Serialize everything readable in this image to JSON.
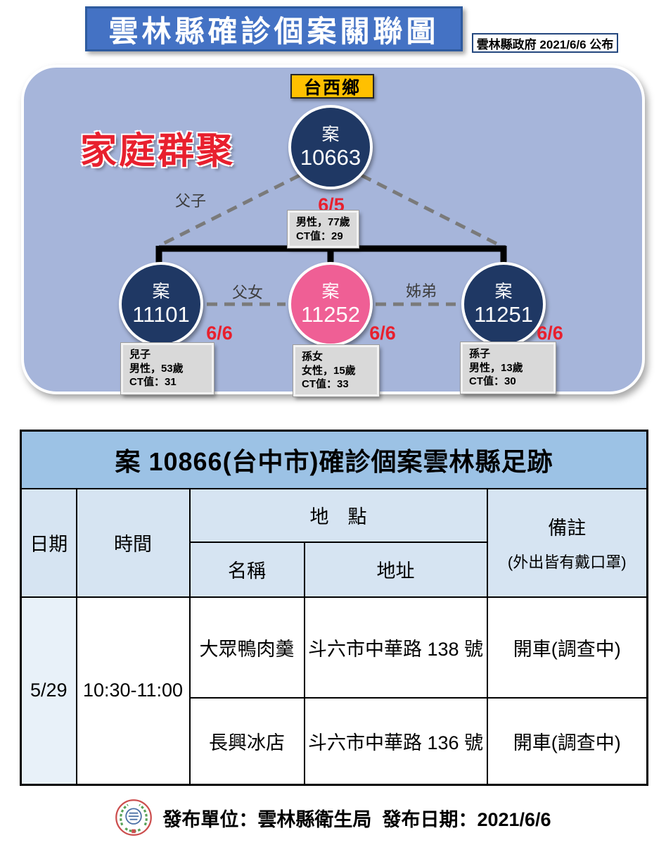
{
  "header": {
    "title": "雲林縣確診個案關聯圖",
    "publisher": "雲林縣政府 2021/6/6 公布"
  },
  "cluster": {
    "label": "家庭群聚",
    "township": "台西鄉",
    "relations": {
      "top_left": "父子",
      "left_mid": "父女",
      "mid_right": "姊弟"
    },
    "nodes": {
      "index": {
        "prefix": "案",
        "number": "10663",
        "date": "6/5",
        "info_lines": [
          "男性，77歲",
          "CT值：29"
        ]
      },
      "son": {
        "prefix": "案",
        "number": "11101",
        "date": "6/6",
        "info_lines": [
          "兒子",
          "男性，53歲",
          "CT值：31"
        ]
      },
      "granddaughter": {
        "prefix": "案",
        "number": "11252",
        "date": "6/6",
        "info_lines": [
          "孫女",
          "女性，15歲",
          "CT值：33"
        ]
      },
      "grandson": {
        "prefix": "案",
        "number": "11251",
        "date": "6/6",
        "info_lines": [
          "孫子",
          "男性，13歲",
          "CT值：30"
        ]
      }
    }
  },
  "table": {
    "title": "案 10866(台中市)確診個案雲林縣足跡",
    "headers": {
      "date": "日期",
      "time": "時間",
      "location": "地　點",
      "name": "名稱",
      "address": "地址",
      "note_line1": "備註",
      "note_line2": "(外出皆有戴口罩)"
    },
    "rows": {
      "date": "5/29",
      "time": "10:30-11:00",
      "entries": [
        {
          "name": "大眾鴨肉羹",
          "address": "斗六市中華路 138 號",
          "note": "開車(調查中)"
        },
        {
          "name": "長興冰店",
          "address": "斗六市中華路 136 號",
          "note": "開車(調查中)"
        }
      ]
    }
  },
  "footer": {
    "text": "發布單位：雲林縣衛生局  發布日期：2021/6/6",
    "logo_icon": "yunlin-health-bureau-seal"
  },
  "colors": {
    "title-bar": "#4472c4",
    "panel": "#a6b5da",
    "navy": "#1f3864",
    "pink": "#ef5f95",
    "yellow": "#ffc000",
    "red": "#e8202e",
    "banner": "#9cc2e5",
    "header-cell": "#d6e4f2",
    "date-cell": "#e8f1f9",
    "info-bg": "#d9d9d9"
  }
}
